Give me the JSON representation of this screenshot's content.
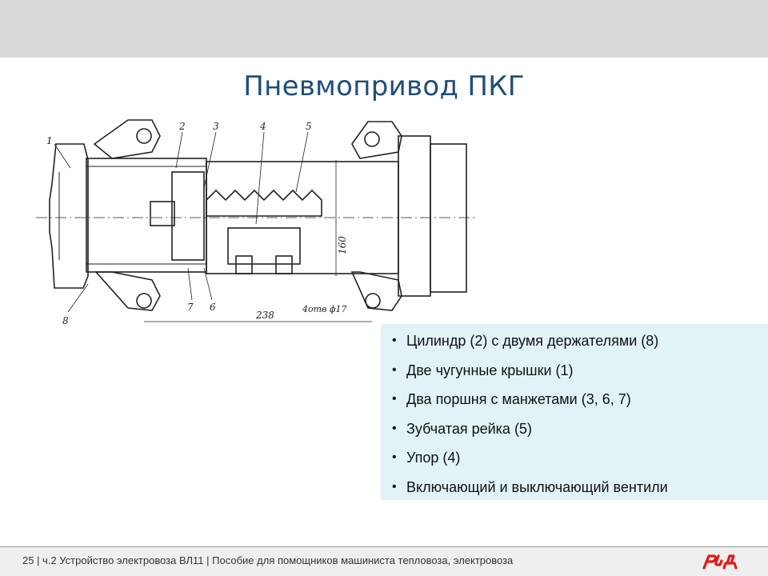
{
  "slide": {
    "title": "Пневмопривод ПКГ",
    "bullets": [
      "Цилиндр (2) с двумя держателями (8)",
      "Две чугунные крышки (1)",
      "Два поршня с манжетами (3, 6, 7)",
      "Зубчатая рейка (5)",
      "Упор (4)",
      "Включающий и выключающий вентили"
    ],
    "bullet_symbol": "•",
    "accent_color": "#1f4e79",
    "panel_color": "#e1f3f6"
  },
  "drawing": {
    "part_labels": [
      "1",
      "2",
      "3",
      "4",
      "5",
      "7",
      "6",
      "8"
    ],
    "dim_width": "238",
    "dim_height": "160",
    "hole_note": "4отв ϕ17"
  },
  "footer": {
    "text": "25 | ч.2 Устройство электровоза ВЛ11 | Пособие для помощников машиниста тепловоза, электровоза",
    "logo_text": "РЖД",
    "logo_color": "#e21a1a"
  }
}
